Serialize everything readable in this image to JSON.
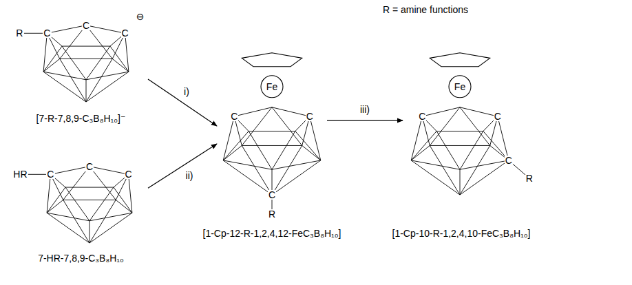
{
  "diagram": {
    "nodes": [
      {
        "text": [
          "[7-R-7,8,9-C₃B₈H₁₀]⁻"
        ]
      },
      {
        "text": [
          "7-HR-7,8,9-C₃B₈H₁₀"
        ]
      },
      {
        "text": [
          "[1-Cp-12-R-1,2,4,12-FeC₃B₈H₁₀]"
        ]
      },
      {
        "text": [
          "[1-Cp-10-R-1,2,4,10-FeC₃B₈H₁₀]"
        ]
      }
    ],
    "edges": [
      {
        "from": 0,
        "to": 2,
        "arrow": "to",
        "label": "i)"
      },
      {
        "from": 1,
        "to": 2,
        "arrow": "to",
        "label": "ii)"
      },
      {
        "from": 2,
        "to": 3,
        "arrow": "to",
        "label": "iii)"
      }
    ],
    "labels": [
      "R = amine functions",
      "R",
      "C",
      "C",
      "C",
      "⊖",
      "HR",
      "C",
      "C",
      "C",
      "Fe",
      "C",
      "C",
      "C",
      "R",
      "Fe",
      "C",
      "C",
      "C",
      "R"
    ]
  }
}
